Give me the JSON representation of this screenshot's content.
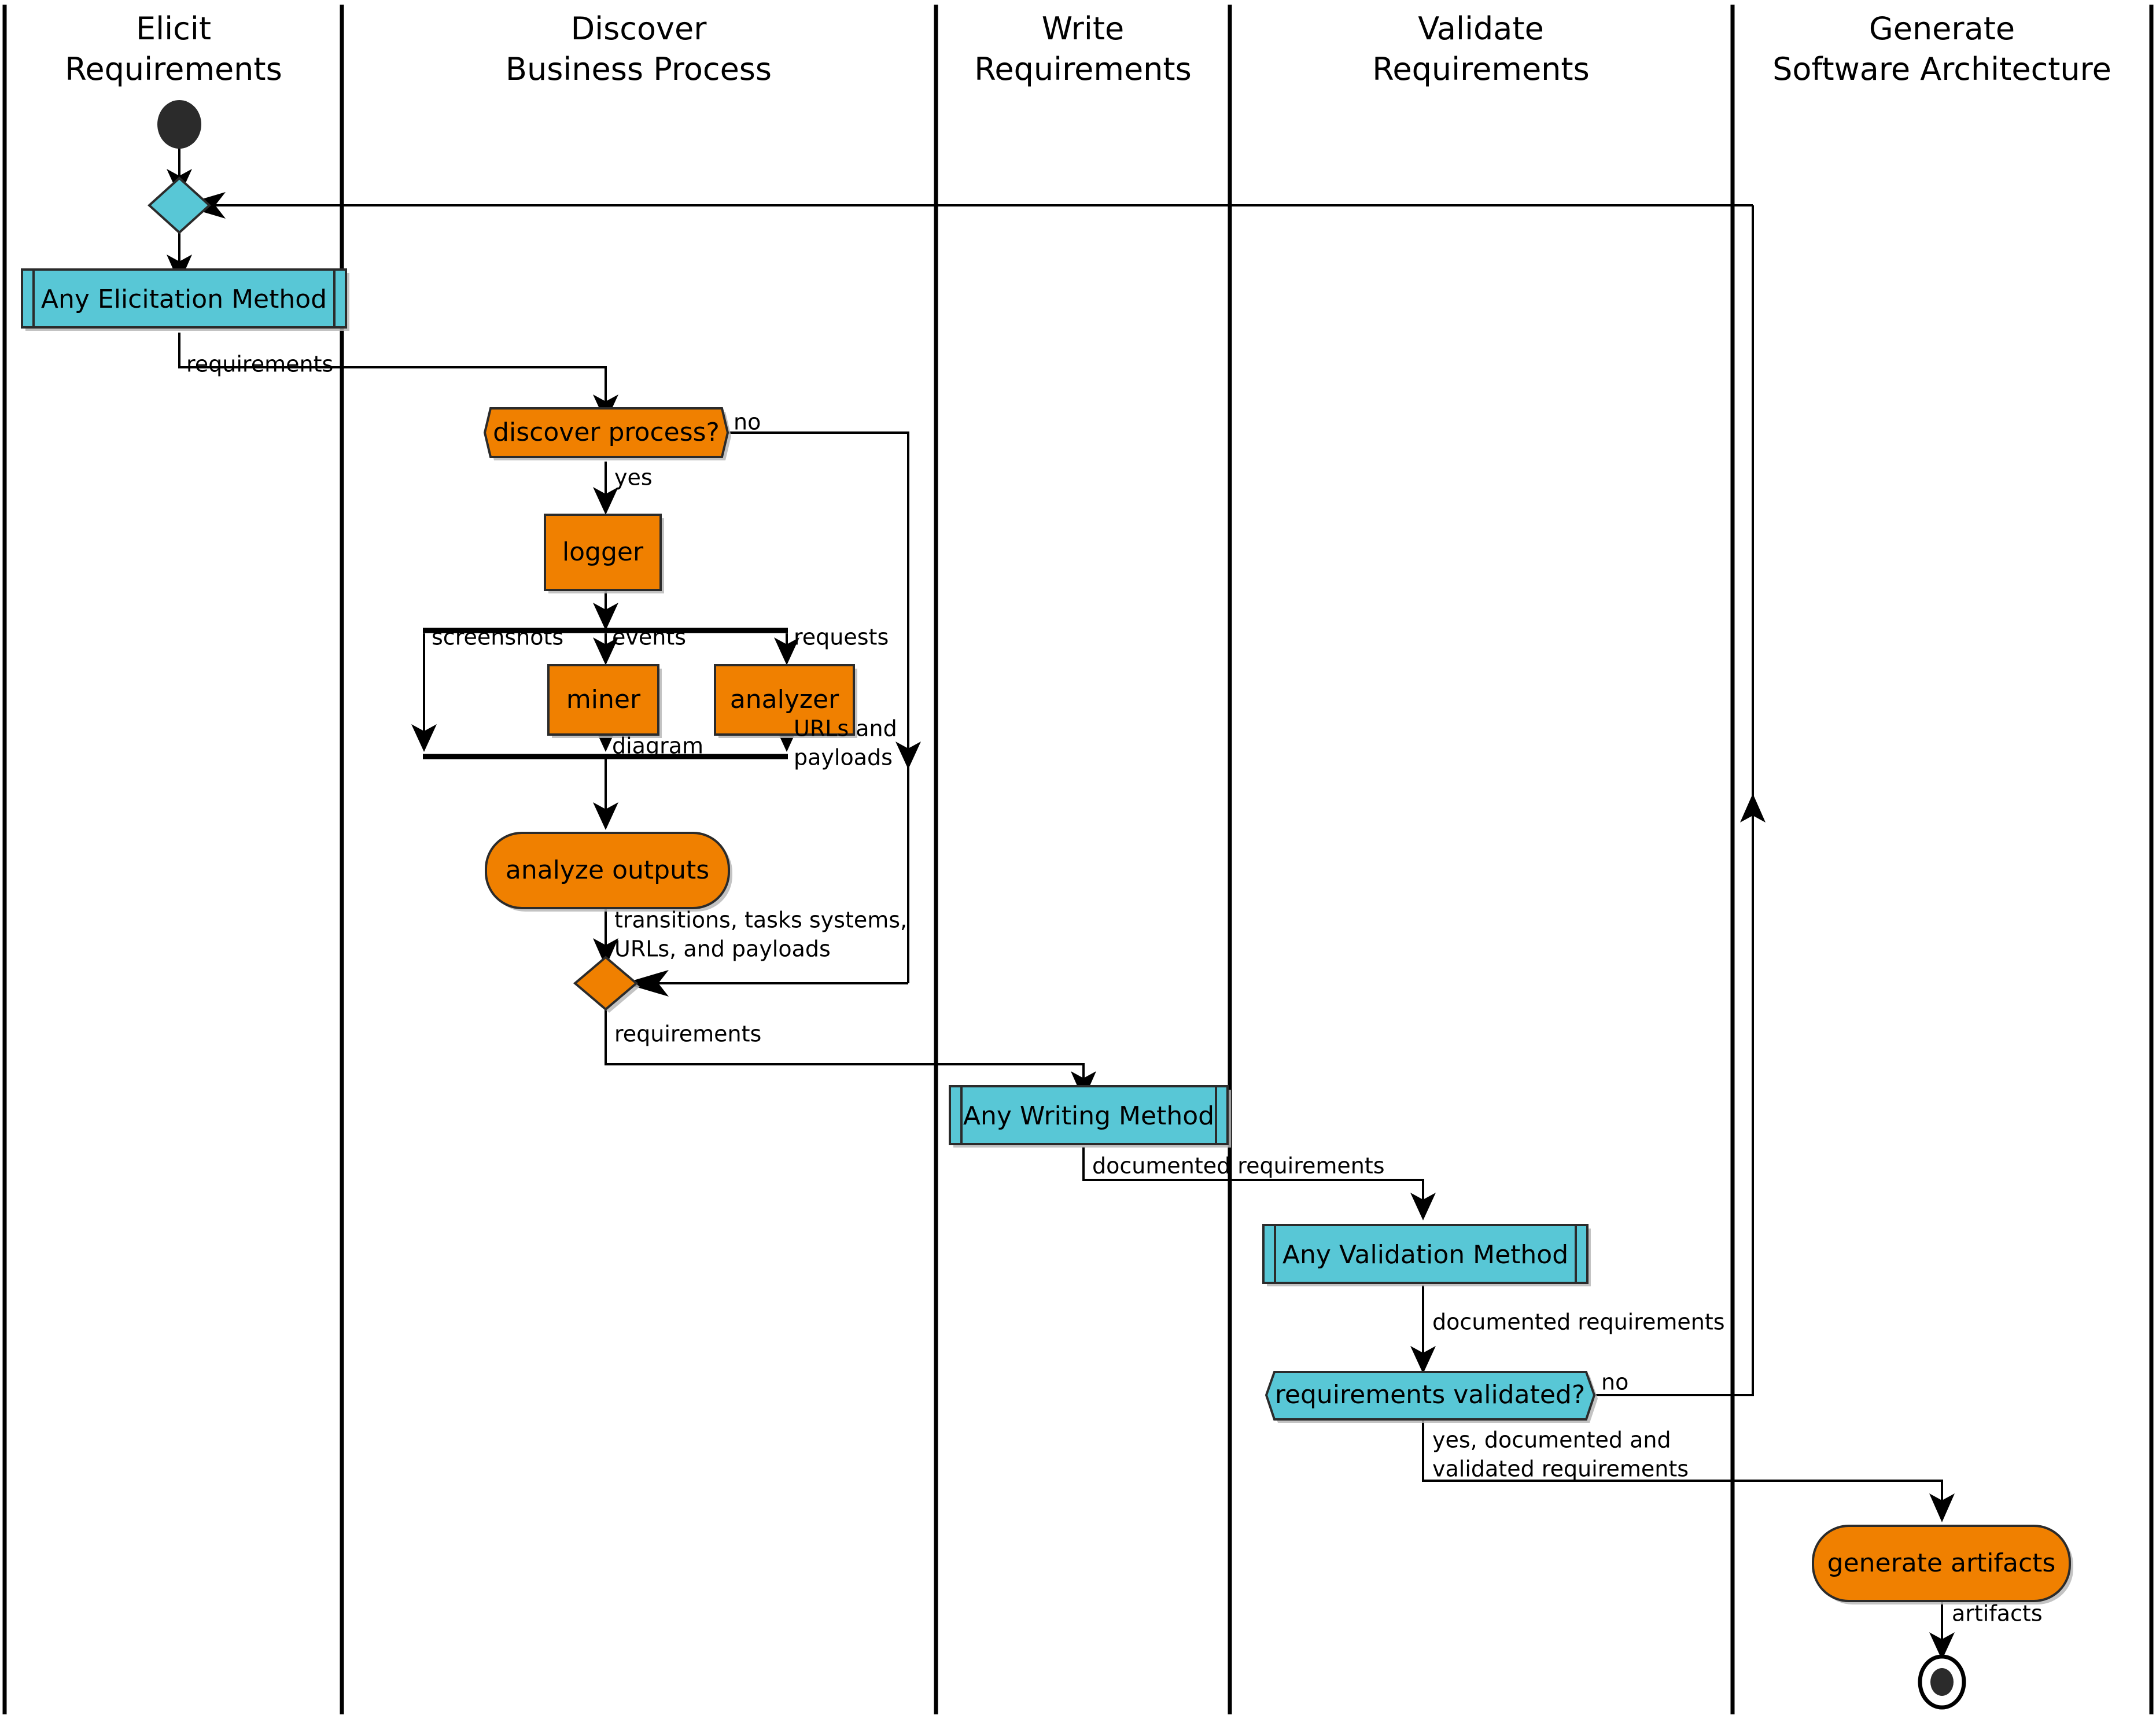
{
  "diagram": {
    "kind": "uml-activity-diagram-with-swimlanes",
    "colors": {
      "teal": "#58c7d6",
      "orange": "#f08000",
      "line": "#000000",
      "text": "#000000",
      "background": "#ffffff",
      "node_stroke": "#2b2b2b"
    }
  },
  "lanes": [
    {
      "id": "elicit",
      "line1": "Elicit",
      "line2": "Requirements"
    },
    {
      "id": "discover",
      "line1": "Discover",
      "line2": "Business Process"
    },
    {
      "id": "write",
      "line1": "Write",
      "line2": "Requirements"
    },
    {
      "id": "validate",
      "line1": "Validate",
      "line2": "Requirements"
    },
    {
      "id": "generate",
      "line1": "Generate",
      "line2": "Software Architecture"
    }
  ],
  "nodes": {
    "start": {
      "type": "initial-node",
      "label": ""
    },
    "merge_elicit": {
      "type": "merge-diamond",
      "label": "",
      "color": "teal"
    },
    "any_elicitation_method": {
      "type": "call-behavior-action",
      "label": "Any Elicitation Method",
      "color": "teal"
    },
    "discover_process": {
      "type": "decision-hexagon",
      "label": "discover process?",
      "color": "orange"
    },
    "logger": {
      "type": "action-rect",
      "label": "logger",
      "color": "orange"
    },
    "miner": {
      "type": "action-rect",
      "label": "miner",
      "color": "orange"
    },
    "analyzer": {
      "type": "action-rect",
      "label": "analyzer",
      "color": "orange"
    },
    "fork": {
      "type": "fork-bar",
      "label": ""
    },
    "join": {
      "type": "join-bar",
      "label": ""
    },
    "analyze_outputs": {
      "type": "action-rounded",
      "label": "analyze outputs",
      "color": "orange"
    },
    "merge_discover": {
      "type": "merge-diamond",
      "label": "",
      "color": "orange"
    },
    "any_writing_method": {
      "type": "call-behavior-action",
      "label": "Any Writing Method",
      "color": "teal"
    },
    "any_validation_method": {
      "type": "call-behavior-action",
      "label": "Any Validation Method",
      "color": "teal"
    },
    "requirements_validated": {
      "type": "decision-hexagon",
      "label": "requirements validated?",
      "color": "teal"
    },
    "generate_artifacts": {
      "type": "action-rounded",
      "label": "generate artifacts",
      "color": "orange"
    },
    "end": {
      "type": "final-node",
      "label": ""
    }
  },
  "edge_labels": {
    "requirements_from_elicitation": "requirements",
    "no_discover": "no",
    "yes_discover": "yes",
    "screenshots": "screenshots",
    "events": "events",
    "requests": "requests",
    "diagram_out": "diagram",
    "urls_and_payloads_l1": "URLs and",
    "urls_and_payloads_l2": "payloads",
    "analyze_out_l1": "transitions, tasks systems,",
    "analyze_out_l2": "URLs, and payloads",
    "requirements_from_discover": "requirements",
    "documented_requirements_write": "documented requirements",
    "documented_requirements_validate": "documented requirements",
    "no_validated": "no",
    "yes_validated_l1": "yes, documented and",
    "yes_validated_l2": "validated requirements",
    "artifacts": "artifacts"
  }
}
